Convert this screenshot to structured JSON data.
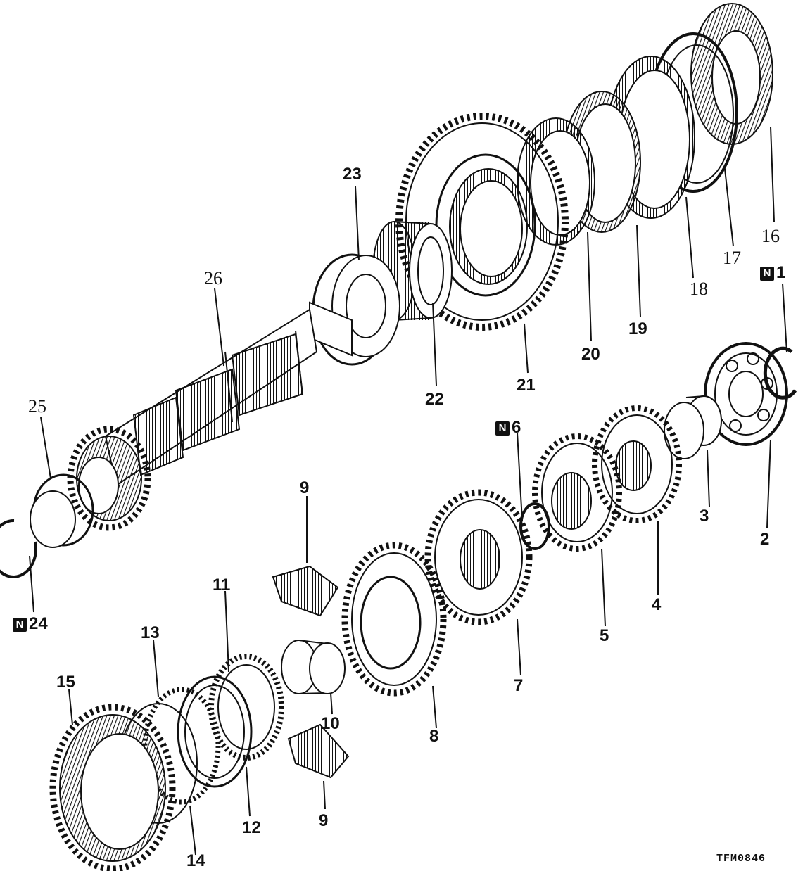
{
  "drawing_code": "TFM0846",
  "new_part_marker": "N",
  "callouts": {
    "p1": "1",
    "p2": "2",
    "p3": "3",
    "p4": "4",
    "p5": "5",
    "p6": "6",
    "p7": "7",
    "p8": "8",
    "p9a": "9",
    "p9b": "9",
    "p10": "10",
    "p11": "11",
    "p12": "12",
    "p13": "13",
    "p14": "14",
    "p15": "15",
    "p16": "16",
    "p17": "17",
    "p18": "18",
    "p19": "19",
    "p20": "20",
    "p21": "21",
    "p22": "22",
    "p23": "23",
    "p24": "24",
    "p25": "25",
    "p26": "26"
  },
  "colors": {
    "ink": "#111111",
    "paper": "#ffffff"
  }
}
